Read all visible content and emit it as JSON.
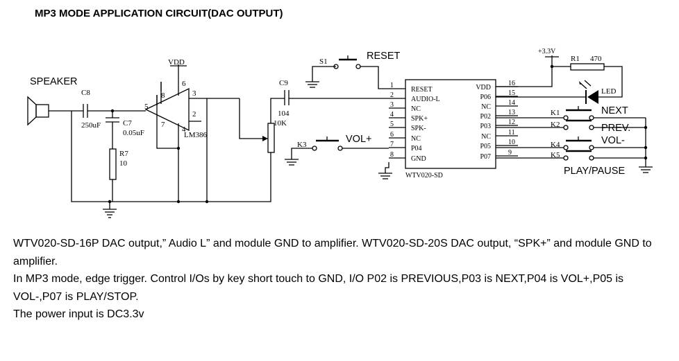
{
  "title": "MP3 MODE APPLICATION CIRCUIT(DAC OUTPUT)",
  "labels": {
    "speaker": "SPEAKER",
    "c8": "C8",
    "c8_val": "250uF",
    "c7": "C7",
    "c7_val": "0.05uF",
    "r7": "R7",
    "r7_val": "10",
    "vdd_amp": "VDD",
    "amp_pin8": "8",
    "amp_pin6": "6",
    "amp_pin3": "3",
    "amp_pin5": "5",
    "amp_pin7": "7",
    "amp_pin4": "4",
    "amp_pin2": "2",
    "amp_name": "LM386",
    "c9": "C9",
    "c9_val": "104",
    "pot_val": "10K",
    "s1": "S1",
    "reset": "RESET",
    "k3": "K3",
    "volp": "VOL+",
    "chip_name": "WTV020-SD",
    "pwr": "+3.3V",
    "r1": "R1",
    "r1_val": "470",
    "led": "LED",
    "k1": "K1",
    "next": "NEXT",
    "k2": "K2",
    "prev": "PREV.",
    "k4": "K4",
    "volm": "VOL-",
    "k5": "K5",
    "play": "PLAY/PAUSE"
  },
  "chip_left": [
    {
      "num": "1",
      "name": "RESET"
    },
    {
      "num": "2",
      "name": "AUDIO-L"
    },
    {
      "num": "3",
      "name": "NC"
    },
    {
      "num": "4",
      "name": "SPK+"
    },
    {
      "num": "5",
      "name": "SPK-"
    },
    {
      "num": "6",
      "name": "NC"
    },
    {
      "num": "7",
      "name": "P04"
    },
    {
      "num": "8",
      "name": "GND"
    }
  ],
  "chip_right": [
    {
      "num": "16",
      "name": "VDD"
    },
    {
      "num": "15",
      "name": "P06"
    },
    {
      "num": "14",
      "name": "NC"
    },
    {
      "num": "13",
      "name": "P02"
    },
    {
      "num": "12",
      "name": "P03"
    },
    {
      "num": "11",
      "name": "NC"
    },
    {
      "num": "10",
      "name": "P05"
    },
    {
      "num": "9",
      "name": "P07"
    }
  ],
  "description": [
    "WTV020-SD-16P DAC output,” Audio L” and module GND to amplifier. WTV020-SD-20S DAC output, “SPK+” and module GND to amplifier.",
    "In MP3 mode, edge trigger. Control I/Os by key short touch to GND, I/O P02 is PREVIOUS,P03 is NEXT,P04 is VOL+,P05 is VOL-,P07 is PLAY/STOP.",
    "The power input is DC3.3v"
  ]
}
